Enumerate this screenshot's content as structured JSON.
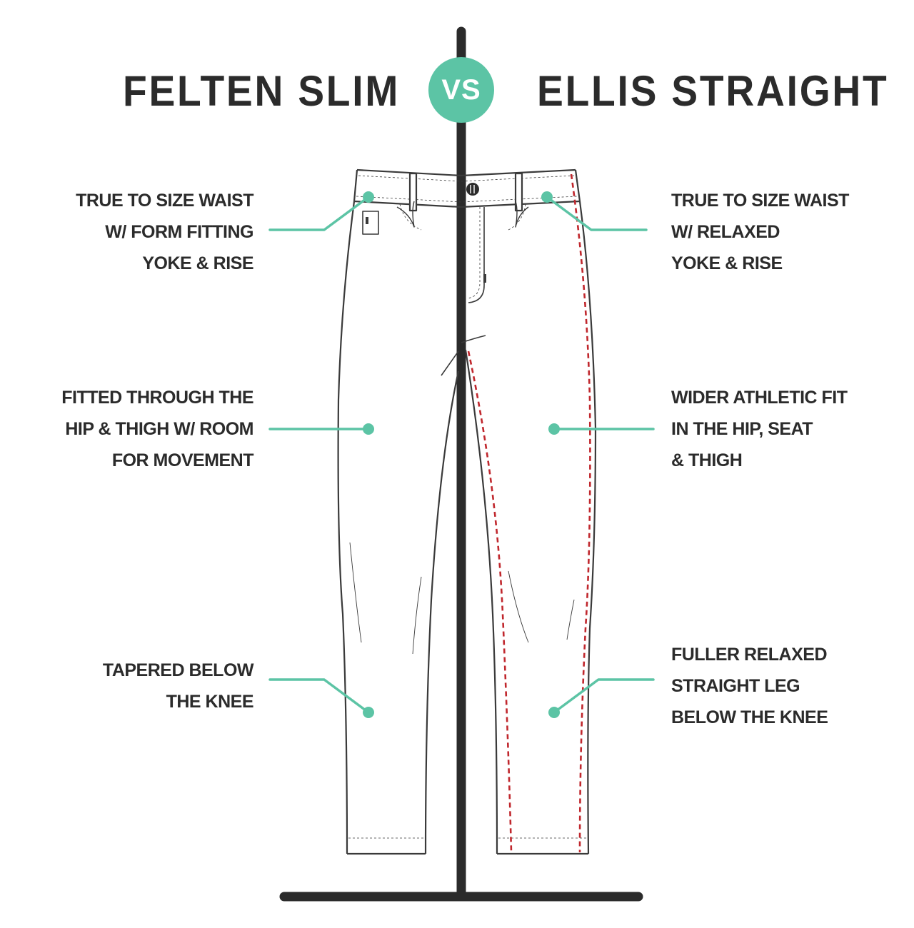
{
  "header": {
    "left_title": "FELTEN SLIM",
    "vs_label": "VS",
    "right_title": "ELLIS STRAIGHT"
  },
  "callouts": {
    "left": [
      {
        "lines": [
          "TRUE TO SIZE WAIST",
          "W/ FORM FITTING",
          "YOKE & RISE"
        ]
      },
      {
        "lines": [
          "FITTED THROUGH THE",
          "HIP & THIGH W/ ROOM",
          "FOR MOVEMENT"
        ]
      },
      {
        "lines": [
          "TAPERED BELOW",
          "THE KNEE"
        ]
      }
    ],
    "right": [
      {
        "lines": [
          "TRUE TO SIZE WAIST",
          "W/ RELAXED",
          "YOKE & RISE"
        ]
      },
      {
        "lines": [
          "WIDER ATHLETIC FIT",
          "IN THE HIP, SEAT",
          "& THIGH"
        ]
      },
      {
        "lines": [
          "FULLER RELAXED",
          "STRAIGHT LEG",
          "BELOW THE KNEE"
        ]
      }
    ]
  },
  "colors": {
    "accent": "#5cc4a5",
    "text": "#2b2b2b",
    "stand": "#2b2b2b",
    "outline": "#3a3a3a",
    "dashed_overlay": "#c0272d"
  },
  "icons": {
    "button": "button-icon",
    "stand": "display-stand-icon"
  }
}
